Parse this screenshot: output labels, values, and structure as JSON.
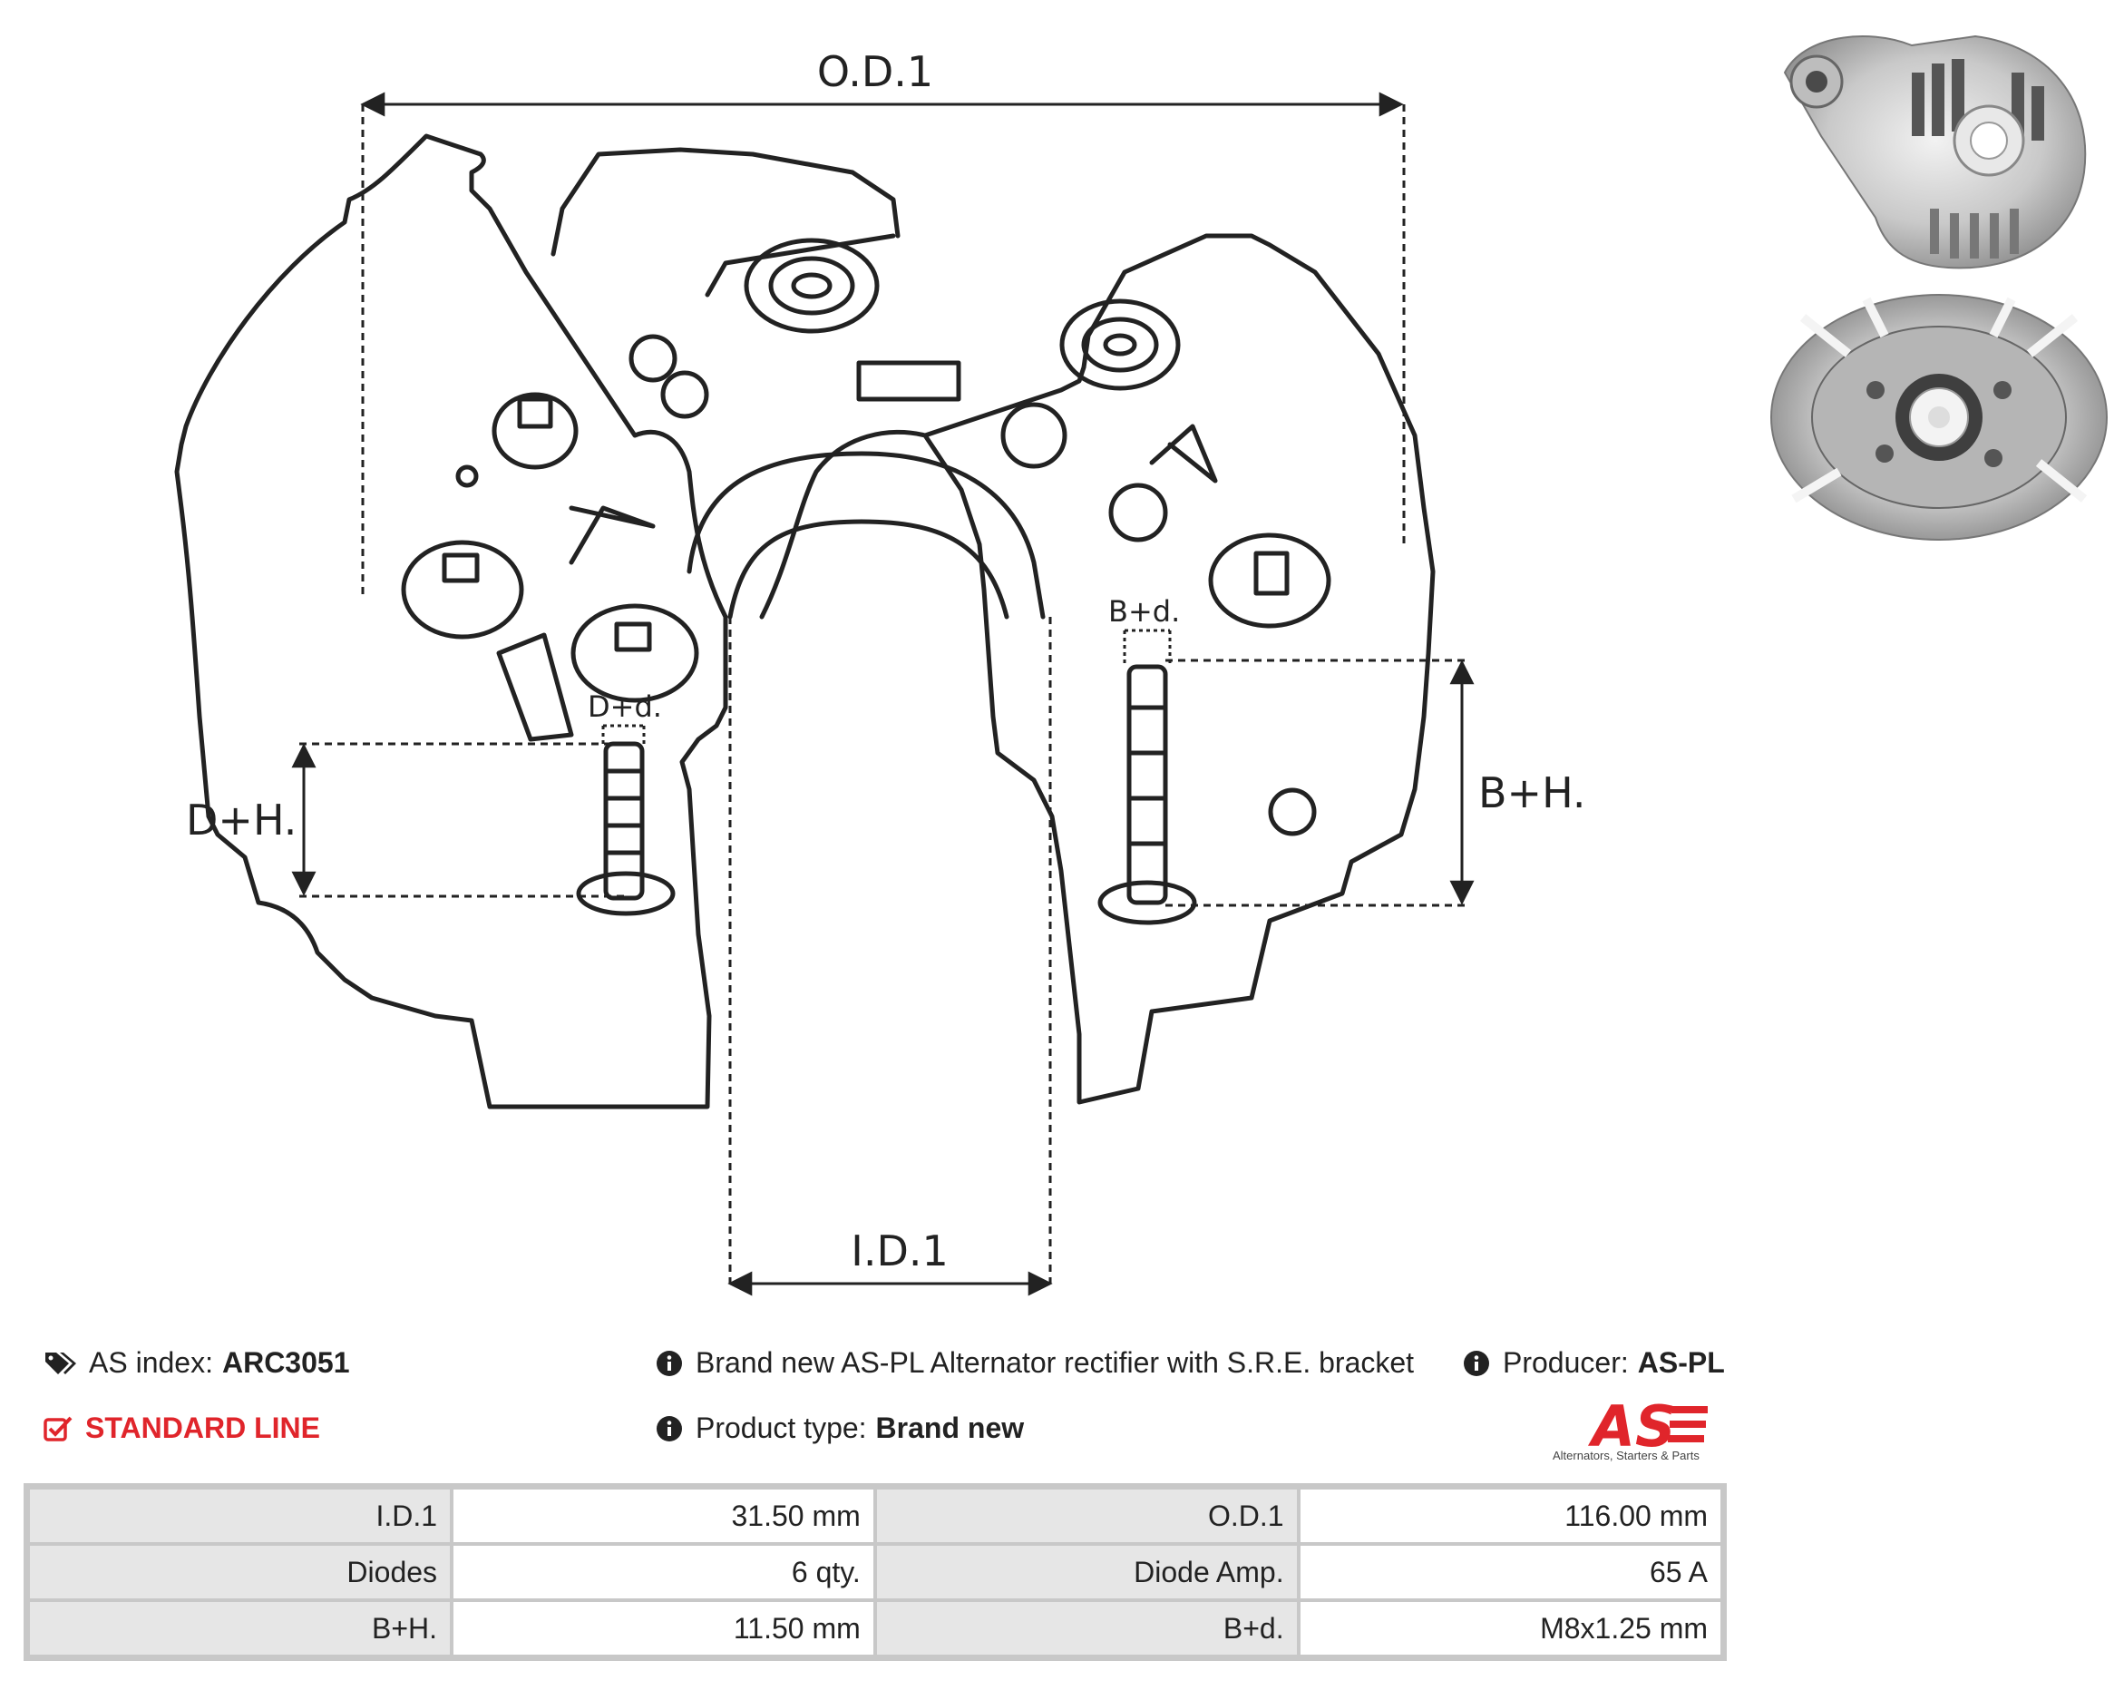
{
  "diagram": {
    "labels": {
      "od1": "O.D.1",
      "id1": "I.D.1",
      "dh": "D+H.",
      "dd": "D+d.",
      "bd": "B+d.",
      "bh": "B+H."
    }
  },
  "info": {
    "as_index_label": "AS index:",
    "as_index_value": "ARC3051",
    "standard_line": "STANDARD LINE",
    "description": "Brand new AS-PL Alternator rectifier with S.R.E. bracket",
    "product_type_label": "Product type:",
    "product_type_value": "Brand new",
    "producer_label": "Producer:",
    "producer_value": "AS-PL"
  },
  "logo": {
    "mark": "AS",
    "tagline": "Alternators, Starters & Parts"
  },
  "specs": [
    {
      "l1": "I.D.1",
      "v1": "31.50 mm",
      "l2": "O.D.1",
      "v2": "116.00 mm"
    },
    {
      "l1": "Diodes",
      "v1": "6 qty.",
      "l2": "Diode Amp.",
      "v2": "65 A"
    },
    {
      "l1": "B+H.",
      "v1": "11.50 mm",
      "l2": "B+d.",
      "v2": "M8x1.25 mm"
    }
  ],
  "colors": {
    "accent_red": "#e0252b",
    "table_border": "#c8c8c8",
    "label_bg": "#e6e6e6"
  },
  "icons": [
    "tags-icon",
    "checkbox-icon",
    "info-circle-icon"
  ]
}
